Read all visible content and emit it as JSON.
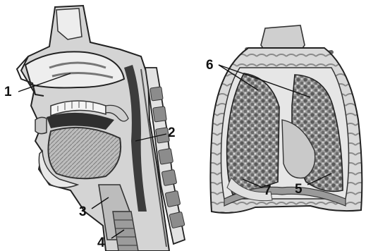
{
  "labels": {
    "l1": "1",
    "l2": "2",
    "l3": "3",
    "l4": "4",
    "l5": "5",
    "l6": "6",
    "l7": "7"
  },
  "colors": {
    "ink": "#111111",
    "tissue_light": "#e6e6e6",
    "tissue_mid": "#b9b9b9",
    "tissue_dark": "#6f6f6f",
    "cavity": "#3a3a3a"
  }
}
